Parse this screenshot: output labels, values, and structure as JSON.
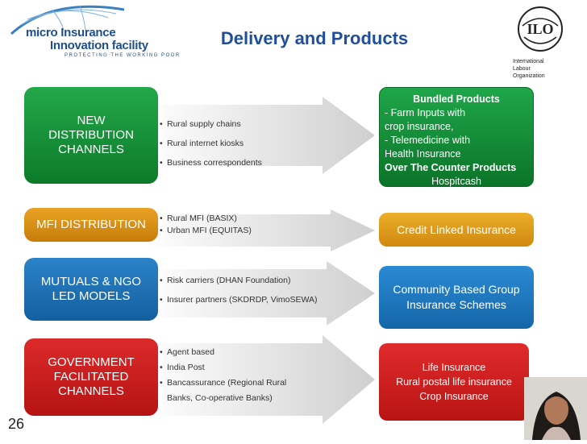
{
  "header": {
    "logo_line1": "micro Insurance",
    "logo_line2": "Innovation facility",
    "logo_tagline": "PROTECTING THE WORKING POOR",
    "title": "Delivery and Products",
    "ilo_name": [
      "International",
      "Labour",
      "Organization"
    ],
    "ilo_letters": "ILO"
  },
  "rows": [
    {
      "left": [
        "NEW",
        "DISTRIBUTION",
        "CHANNELS"
      ],
      "bullets": [
        "Rural supply chains",
        "Rural internet kiosks",
        "Business correspondents"
      ],
      "right": {
        "title": "Bundled Products",
        "lines": [
          "- Farm Inputs with",
          "crop insurance,",
          "- Telemedicine with",
          "Health Insurance"
        ],
        "bold": "Over The Counter Products",
        "last": "Hospitcash"
      }
    },
    {
      "left": [
        "MFI DISTRIBUTION"
      ],
      "bullets": [
        "Rural MFI (BASIX)",
        "Urban MFI (EQUITAS)"
      ],
      "right": {
        "lines": [
          "Credit Linked Insurance"
        ]
      }
    },
    {
      "left": [
        "MUTUALS & NGO",
        "LED MODELS"
      ],
      "bullets": [
        "Risk carriers (DHAN Foundation)",
        "Insurer partners (SKDRDP, VimoSEWA)"
      ],
      "right": {
        "lines": [
          "Community Based Group",
          "Insurance Schemes"
        ]
      }
    },
    {
      "left": [
        "GOVERNMENT",
        "FACILITATED",
        "CHANNELS"
      ],
      "bullets": [
        "Agent based",
        "India Post",
        "Bancassurance (Regional Rural",
        "Banks, Co-operative Banks)"
      ],
      "right": {
        "lines": [
          "Life Insurance",
          "Rural postal life insurance",
          "Crop Insurance"
        ]
      }
    }
  ],
  "page_number": "26",
  "bullet_char": "•",
  "colors": {
    "green": "#1a9a40",
    "orange": "#e09a1a",
    "blue": "#1f74b8",
    "red": "#cc2020",
    "title": "#1f4e9c"
  }
}
